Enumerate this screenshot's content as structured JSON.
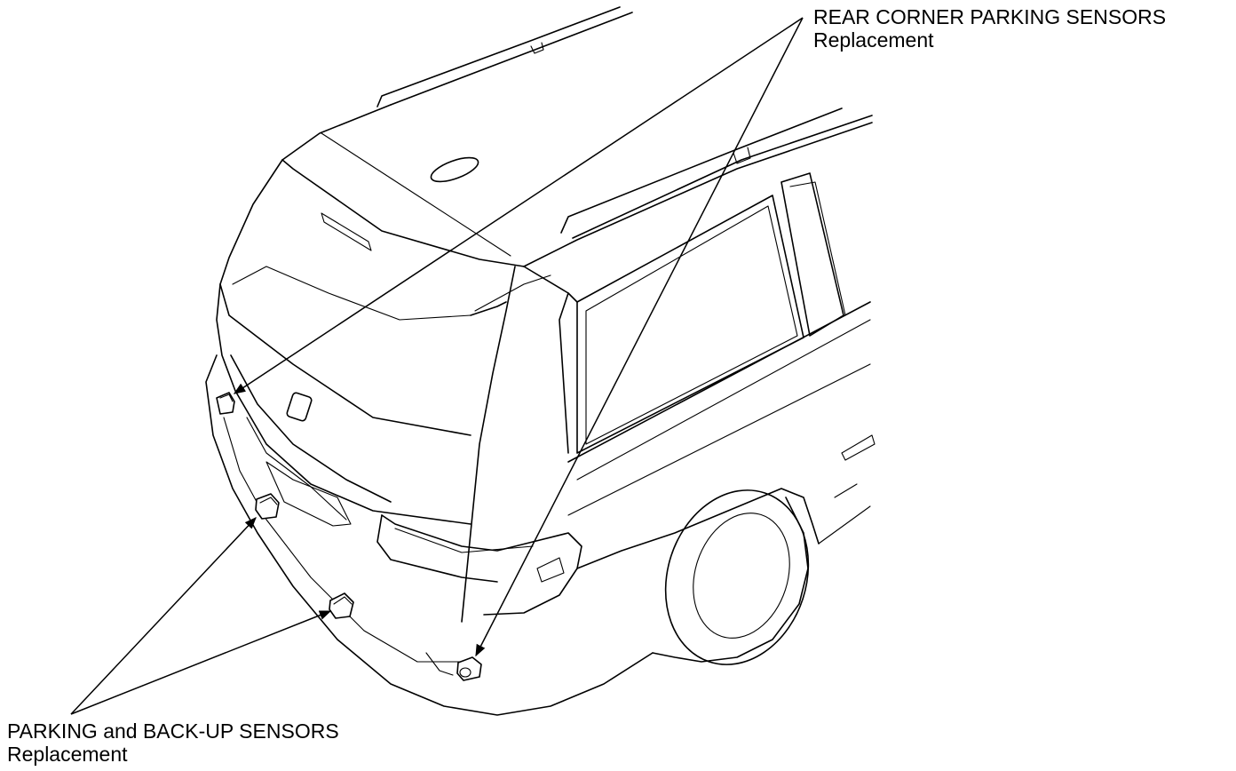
{
  "callouts": {
    "rear_corner": {
      "title": "REAR CORNER PARKING SENSORS",
      "subtitle": "Replacement"
    },
    "parking_backup": {
      "title": "PARKING and BACK-UP SENSORS",
      "subtitle": "Replacement"
    }
  },
  "colors": {
    "line": "#000000",
    "background": "#ffffff"
  }
}
